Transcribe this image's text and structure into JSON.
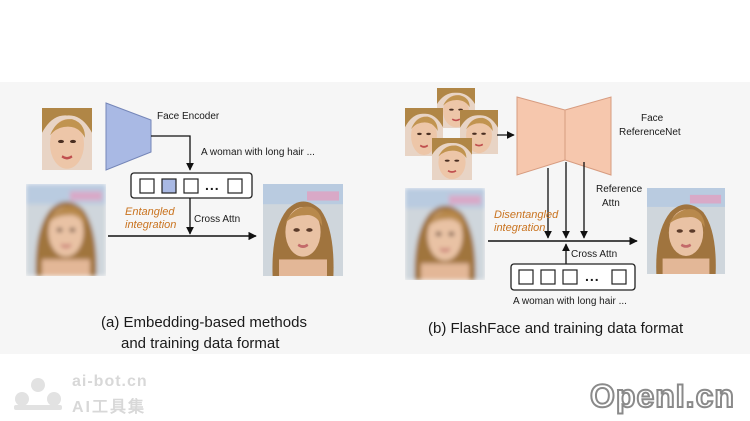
{
  "left_panel": {
    "encoder_label": "Face Encoder",
    "prompt": "A woman with long hair ...",
    "dots": "...",
    "entangled_line1": "Entangled",
    "entangled_line2": "integration",
    "cross_attn": "Cross Attn",
    "caption_line1": "(a) Embedding-based methods",
    "caption_line2": "and training data format"
  },
  "right_panel": {
    "net_label_line1": "Face",
    "net_label_line2": "ReferenceNet",
    "reference_line1": "Reference",
    "reference_line2": "Attn",
    "disentangled_line1": "Disentangled",
    "disentangled_line2": "integration",
    "cross_attn": "Cross Attn",
    "dots": "...",
    "prompt": "A woman with long hair ...",
    "caption": "(b) FlashFace and training data format"
  },
  "watermarks": {
    "left_en": "ai-bot.cn",
    "left_zh": "AI工具集",
    "right": "OpenI.cn"
  },
  "colors": {
    "encoder_fill": "#a9b9e4",
    "referencenet_fill": "#f6c7ad",
    "highlight_token": "#a9b9e4",
    "orange_text": "#c9731f"
  }
}
